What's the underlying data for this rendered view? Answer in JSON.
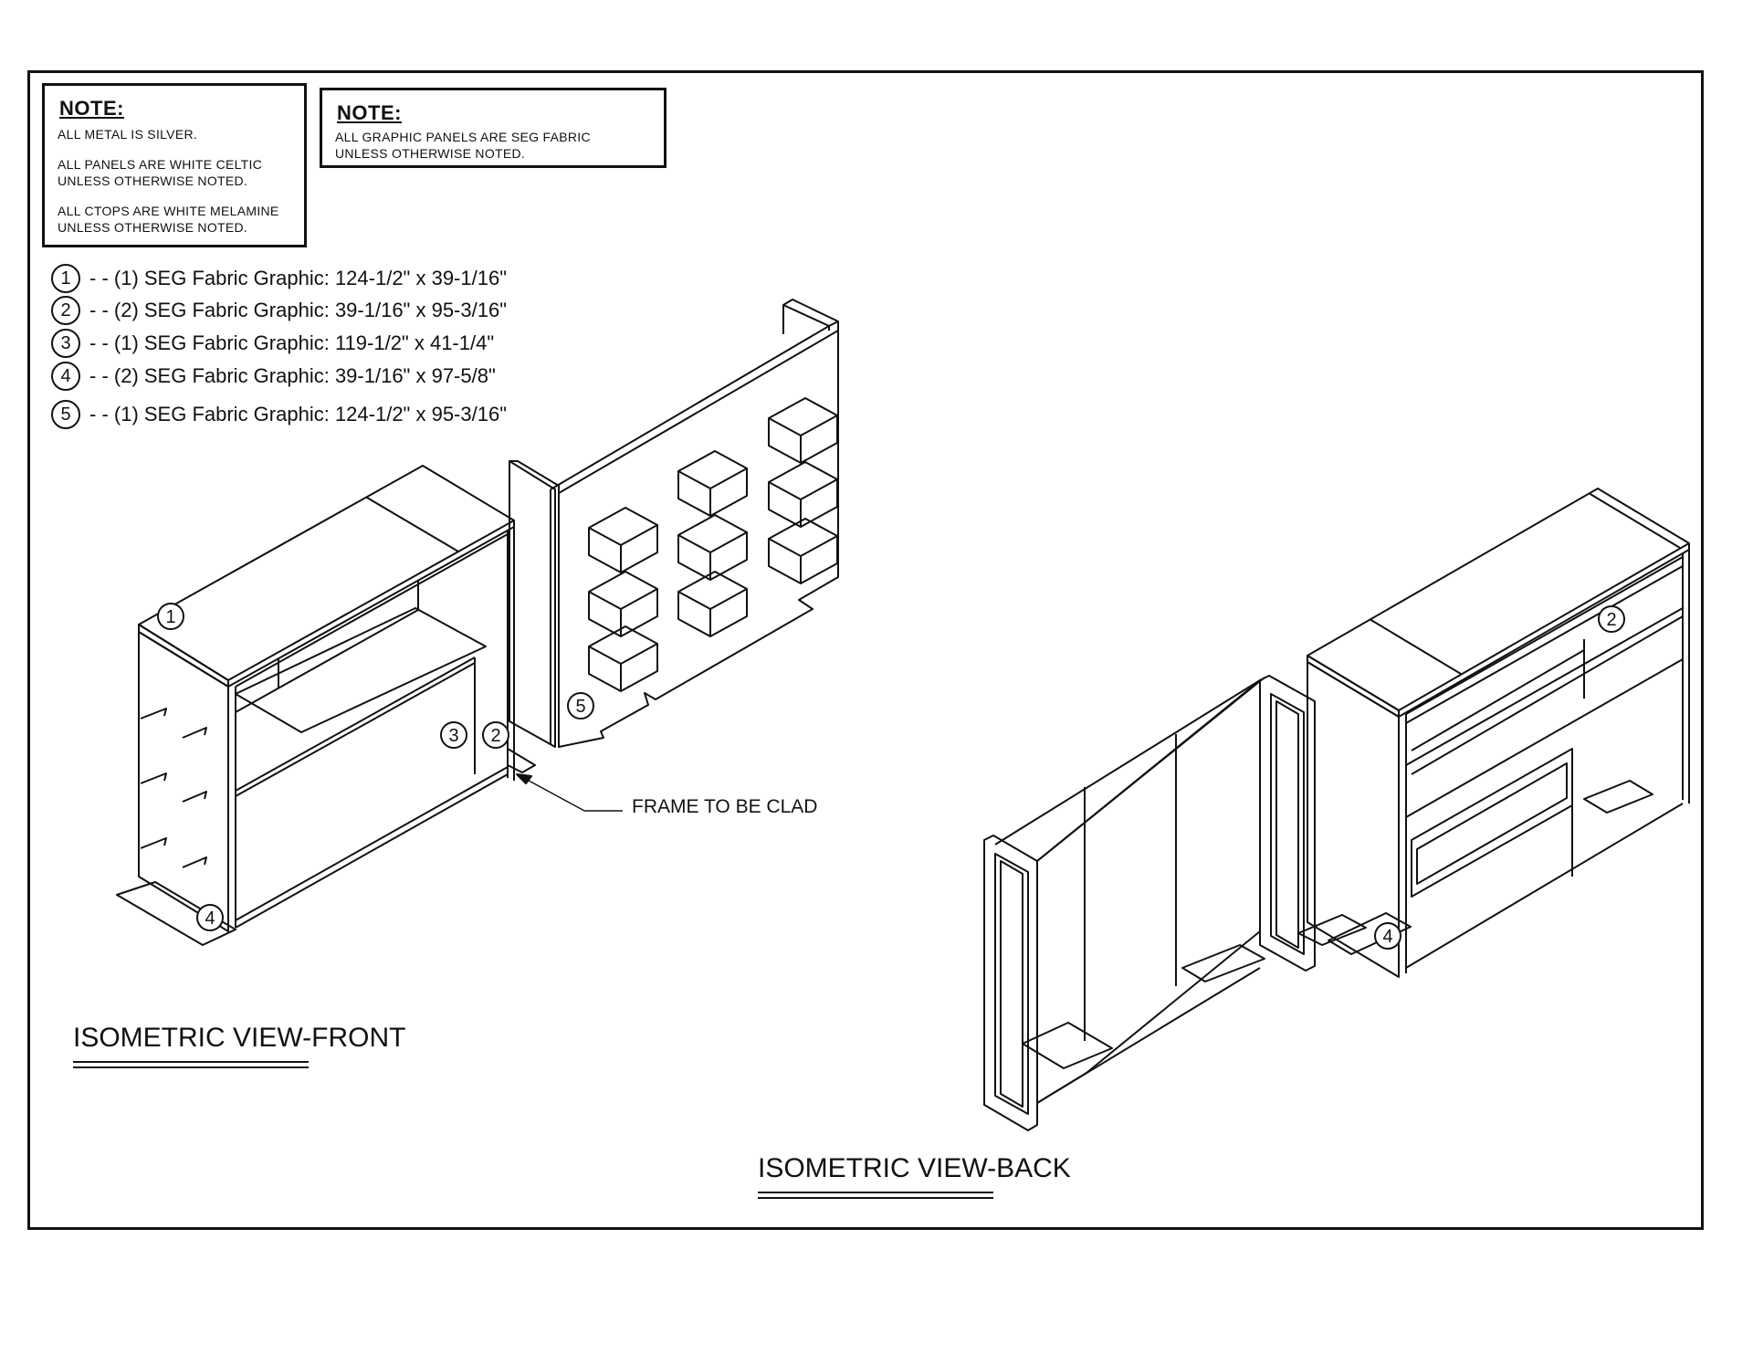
{
  "note_1": {
    "title": "NOTE:",
    "lines": [
      "ALL METAL IS SILVER.",
      "ALL PANELS ARE WHITE CELTIC",
      "UNLESS OTHERWISE NOTED.",
      "ALL CTOPS ARE WHITE MELAMINE",
      "UNLESS OTHERWISE NOTED."
    ]
  },
  "note_2": {
    "title": "NOTE:",
    "lines": [
      "ALL GRAPHIC PANELS ARE SEG FABRIC",
      "UNLESS OTHERWISE NOTED."
    ]
  },
  "legend": [
    {
      "num": "1",
      "text": "- - (1) SEG Fabric Graphic: 124-1/2\" x 39-1/16\""
    },
    {
      "num": "2",
      "text": "- - (2) SEG Fabric Graphic: 39-1/16\" x 95-3/16\""
    },
    {
      "num": "3",
      "text": "- - (1) SEG Fabric Graphic: 119-1/2\" x 41-1/4\""
    },
    {
      "num": "4",
      "text": "- - (2) SEG Fabric Graphic: 39-1/16\" x 97-5/8\""
    },
    {
      "num": "5",
      "text": "- - (1) SEG Fabric Graphic: 124-1/2\" x 95-3/16\""
    }
  ],
  "frame_label": "FRAME TO BE CLAD",
  "views": {
    "front_title": "ISOMETRIC VIEW-FRONT",
    "back_title": "ISOMETRIC VIEW-BACK"
  },
  "callouts": {
    "c1": "1",
    "c2": "2",
    "c3": "3",
    "c4": "4",
    "c5": "5",
    "c2b": "2",
    "c4b": "4"
  }
}
